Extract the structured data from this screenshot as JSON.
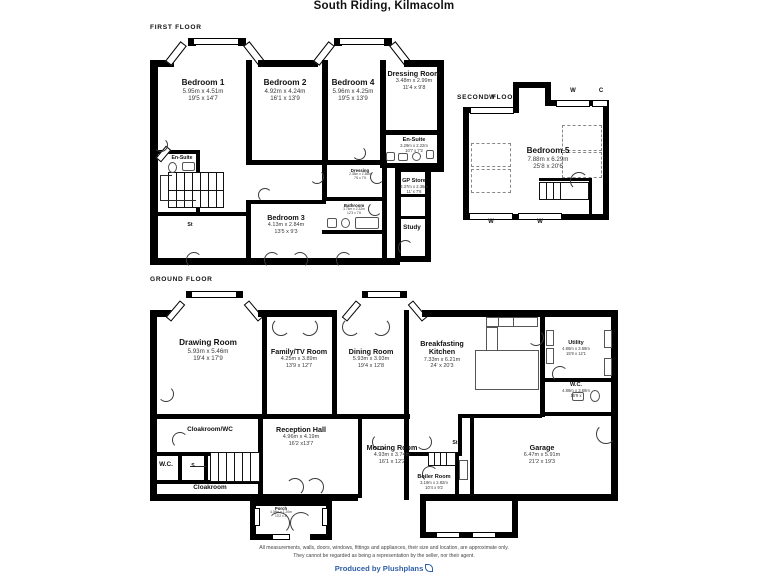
{
  "title": "South Riding, Kilmacolm",
  "floors": {
    "first": "FIRST FLOOR",
    "second": "SECOND FLOOR",
    "ground": "GROUND FLOOR"
  },
  "first_floor_rooms": [
    {
      "name": "Bedroom 1",
      "metric": "5.95m x 4.51m",
      "imperial": "19'5 x 14'7"
    },
    {
      "name": "Bedroom 2",
      "metric": "4.92m x 4.24m",
      "imperial": "16'1 x 13'9"
    },
    {
      "name": "Bedroom 4",
      "metric": "5.96m x 4.25m",
      "imperial": "19'5 x 13'9"
    },
    {
      "name": "Dressing Room",
      "metric": "3.48m x 2.99m",
      "imperial": "11'4 x 9'8"
    },
    {
      "name": "En-Suite",
      "metric": "3.29m x 2.22m",
      "imperial": "10'7 x 7'2"
    },
    {
      "name": "GP Store",
      "metric": "3.37m x 2.36m",
      "imperial": "11' x 7'6"
    },
    {
      "name": "Dressing",
      "metric": "2.35m x 2.36m",
      "imperial": "7'6 x 7'6"
    },
    {
      "name": "Bathroom",
      "metric": "3.74m x 2.32m",
      "imperial": "12'3 x 7'6"
    },
    {
      "name": "Bedroom 3",
      "metric": "4.13m x 2.84m",
      "imperial": "13'5 x 9'3"
    },
    {
      "name": "Study",
      "metric": "",
      "imperial": ""
    },
    {
      "name": "En-Suite",
      "metric": "",
      "imperial": ""
    },
    {
      "name": "St",
      "metric": "",
      "imperial": ""
    }
  ],
  "second_floor_rooms": [
    {
      "name": "Bedroom 5",
      "metric": "7.88m x 6.29m",
      "imperial": "25'8 x 20'6"
    }
  ],
  "second_floor_markers": [
    "W",
    "W",
    "C",
    "W",
    "W"
  ],
  "ground_floor_rooms": [
    {
      "name": "Drawing Room",
      "metric": "5.93m x 5.46m",
      "imperial": "19'4 x 17'9"
    },
    {
      "name": "Family/TV Room",
      "metric": "4.25m x 3.89m",
      "imperial": "13'9 x 12'7"
    },
    {
      "name": "Dining Room",
      "metric": "5.93m x 3.93m",
      "imperial": "19'4 x 12'8"
    },
    {
      "name": "Breakfasting Kitchen",
      "metric": "7.33m x 6.21m",
      "imperial": "24' x 20'3"
    },
    {
      "name": "Utility",
      "metric": "4.86m x 3.69m",
      "imperial": "15'9 x 12'1"
    },
    {
      "name": "W.C.",
      "metric": "4.86m x 3.69m",
      "imperial": "15'9 x"
    },
    {
      "name": "Garage",
      "metric": "6.47m x 5.91m",
      "imperial": "21'2 x 19'3"
    },
    {
      "name": "Reception Hall",
      "metric": "4.96m x 4.19m",
      "imperial": "16'2  x13'7"
    },
    {
      "name": "Morning Room",
      "metric": "4.93m x 3.74m",
      "imperial": "16'1 x 12'2"
    },
    {
      "name": "Boiler Room",
      "metric": "3.19m x 2.82m",
      "imperial": "10'4 x 9'2"
    },
    {
      "name": "Porch",
      "metric": "4.08m x 1.20m",
      "imperial": "13'2 x 4'"
    },
    {
      "name": "Cloakroom/WC",
      "metric": "",
      "imperial": ""
    },
    {
      "name": "Cloakroom",
      "metric": "",
      "imperial": ""
    },
    {
      "name": "W.C.",
      "metric": "",
      "imperial": ""
    },
    {
      "name": "S",
      "metric": "",
      "imperial": ""
    },
    {
      "name": "St",
      "metric": "",
      "imperial": ""
    }
  ],
  "footer": {
    "line1": "All measurements, walls, doors, windows, fittings and appliances, their size and location, are approximate only.",
    "line2": "They cannot be regarded as being a representation by the seller, nor their agent.",
    "brand": "Produced by Plushplans"
  },
  "colors": {
    "wall": "#000000",
    "text": "#1a1a1a",
    "dim": "#3a3a3a",
    "brand": "#2f5fa8",
    "fixture": "#555555"
  }
}
